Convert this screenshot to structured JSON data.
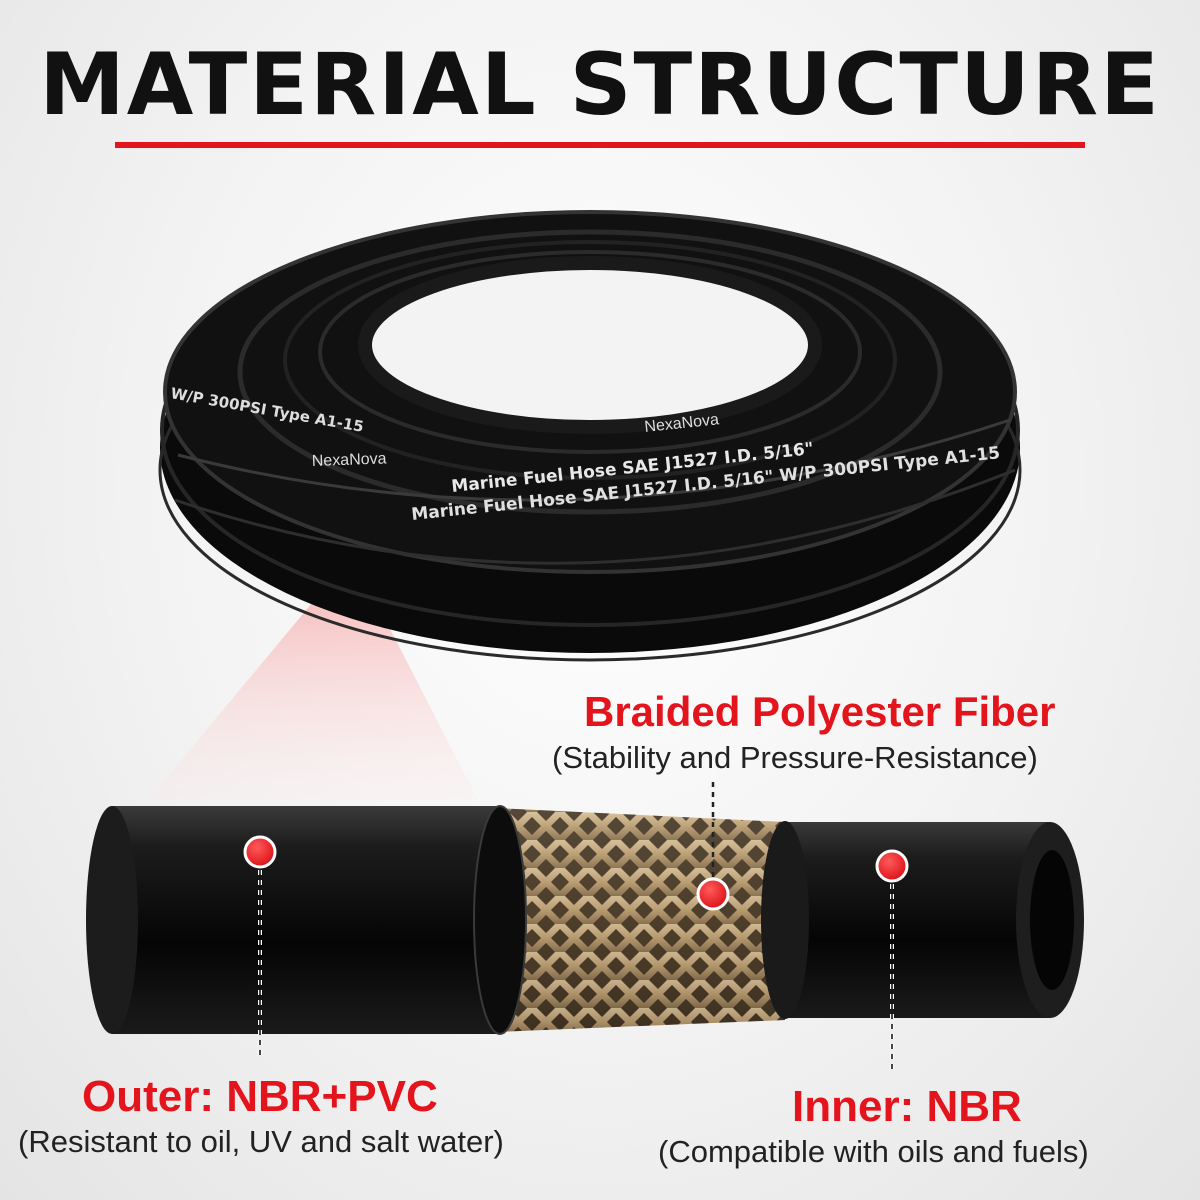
{
  "title": "MATERIAL STRUCTURE",
  "brand": "NexaNova",
  "hose_print": {
    "line1": "Marine Fuel Hose SAE J1527 I.D. 5/16\" W/P 300PSI Type A1-15",
    "line2": "W/P 300PSI Type A1-15",
    "line3": "Marine Fuel Hose SAE J1527 I.D. 5/16\""
  },
  "layers": {
    "braid": {
      "name": "Braided Polyester Fiber",
      "description": "(Stability and Pressure-Resistance)"
    },
    "outer": {
      "name": "Outer: NBR+PVC",
      "description": "(Resistant to oil, UV and salt water)"
    },
    "inner": {
      "name": "Inner: NBR",
      "description": "(Compatible with oils and fuels)"
    }
  },
  "colors": {
    "accent": "#e3141b",
    "hose": "#111111",
    "braid": "#c9b08a",
    "text": "#111111"
  }
}
